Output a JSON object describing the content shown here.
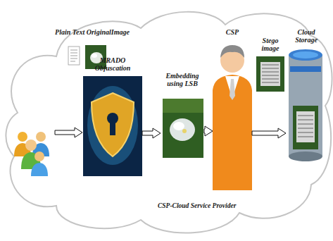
{
  "diagram": {
    "nodes": [
      {
        "text": [
          "Plain Text OriginalImage"
        ]
      },
      {
        "text": [
          "MRADO Obfuscation"
        ]
      },
      {
        "text": [
          "Embedding using LSB"
        ]
      },
      {
        "text": [
          "CSP"
        ]
      },
      {
        "text": [
          "Stego image"
        ]
      },
      {
        "text": [
          "Cloud Storage"
        ]
      }
    ],
    "edges": [
      {
        "from": 1,
        "to": 2,
        "arrow": "to"
      },
      {
        "from": 2,
        "to": 3,
        "arrow": "to"
      },
      {
        "from": 3,
        "to": 5,
        "arrow": "to"
      }
    ],
    "labels": [
      "CSP-Cloud Service Provider"
    ]
  }
}
